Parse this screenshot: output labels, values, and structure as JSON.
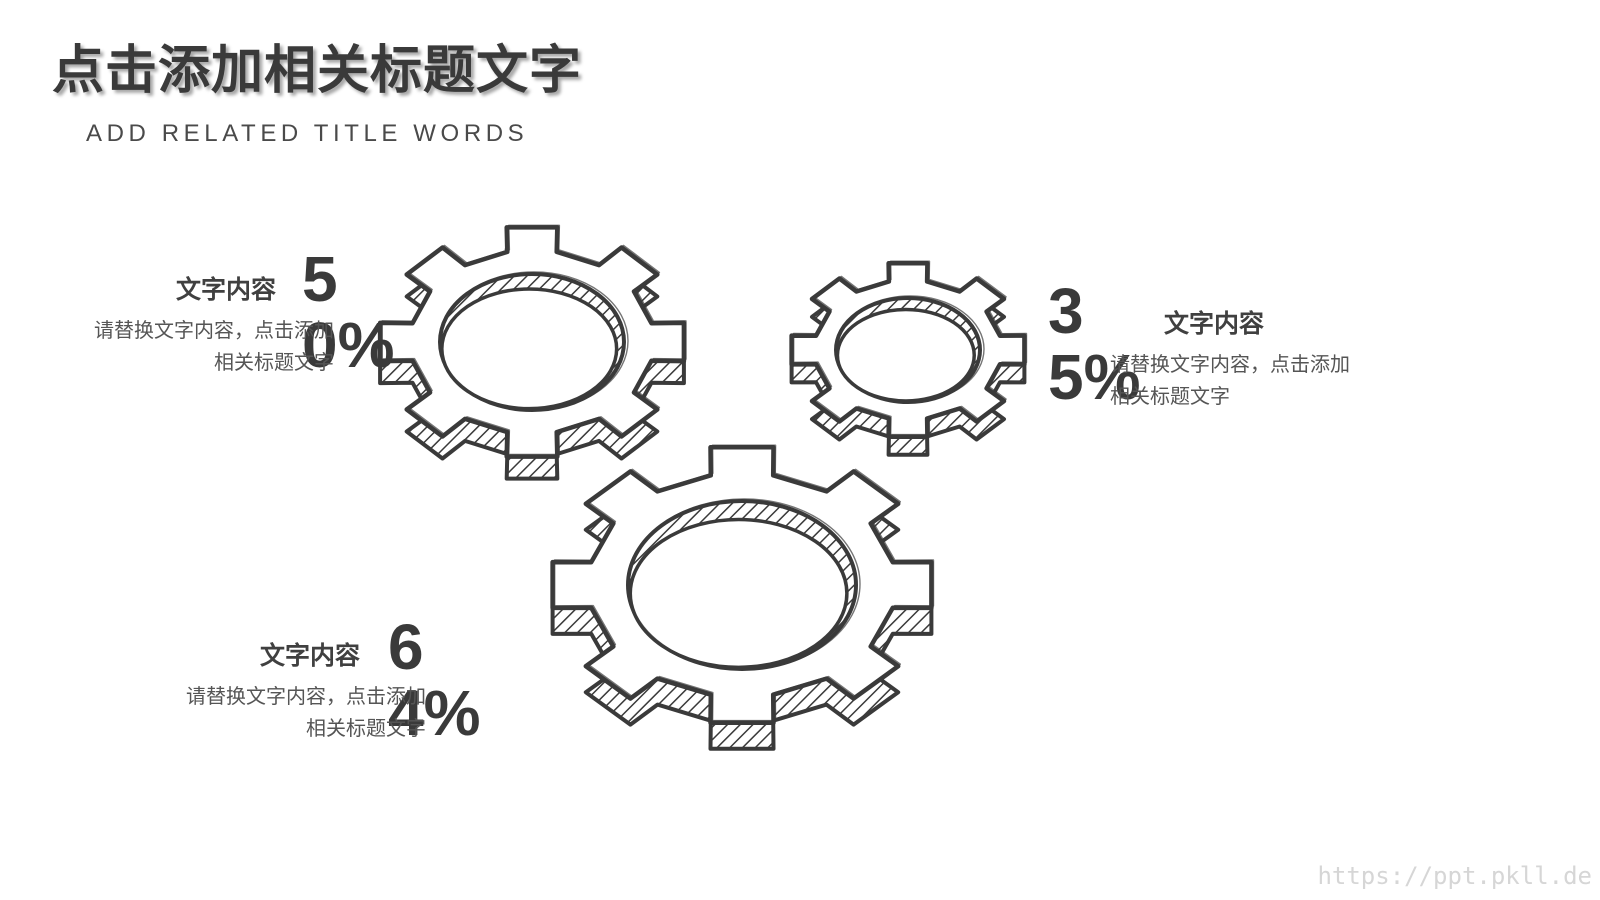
{
  "header": {
    "title": "点击添加相关标题文字",
    "subtitle": "ADD RELATED TITLE WORDS"
  },
  "gear_icon": "gear-icon",
  "colors": {
    "ink": "#3a3a3a",
    "text": "#555555",
    "watermark": "#d6d6d6"
  },
  "items": [
    {
      "heading": "文字内容",
      "value": "50%",
      "description": "请替换文字内容，点击添加相关标题文字"
    },
    {
      "heading": "文字内容",
      "value": "35%",
      "description": "请替换文字内容，点击添加相关标题文字"
    },
    {
      "heading": "文字内容",
      "value": "64%",
      "description": "请替换文字内容，点击添加相关标题文字"
    }
  ],
  "watermark": "https://ppt.pkll.de"
}
